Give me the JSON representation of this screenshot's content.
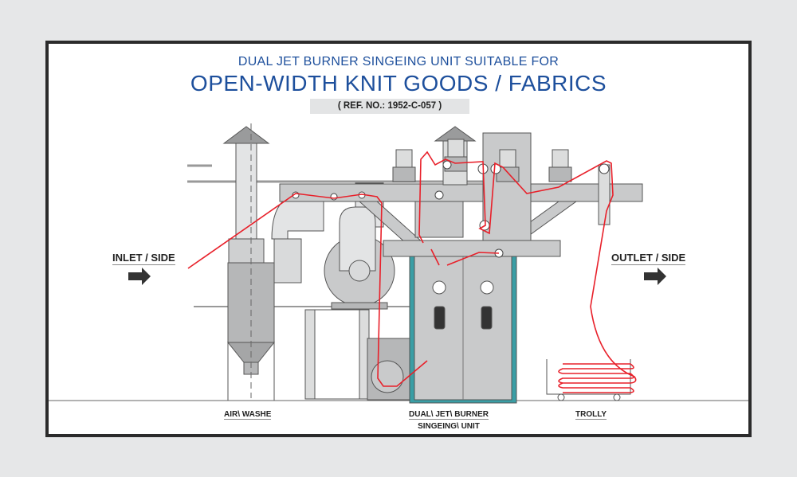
{
  "header": {
    "subtitle": "DUAL JET BURNER SINGEING UNIT SUITABLE FOR",
    "title": "OPEN-WIDTH KNIT GOODS / FABRICS",
    "reference": "( REF. NO.: 1952-C-057 )"
  },
  "sides": {
    "inlet": "INLET / SIDE",
    "outlet": "OUTLET /  SIDE"
  },
  "components": {
    "air_washer": "AIR\\ WASHE",
    "burner_line1": "DUAL\\ JET\\ BURNER",
    "burner_line2": "SINGEING\\ UNIT",
    "trolley": "TROLLY"
  },
  "colors": {
    "title_blue": "#1d4f9c",
    "fabric_path_red": "#e8202a",
    "door_frame_teal": "#3a9ea5",
    "machine_gray": "#c9cacb"
  }
}
